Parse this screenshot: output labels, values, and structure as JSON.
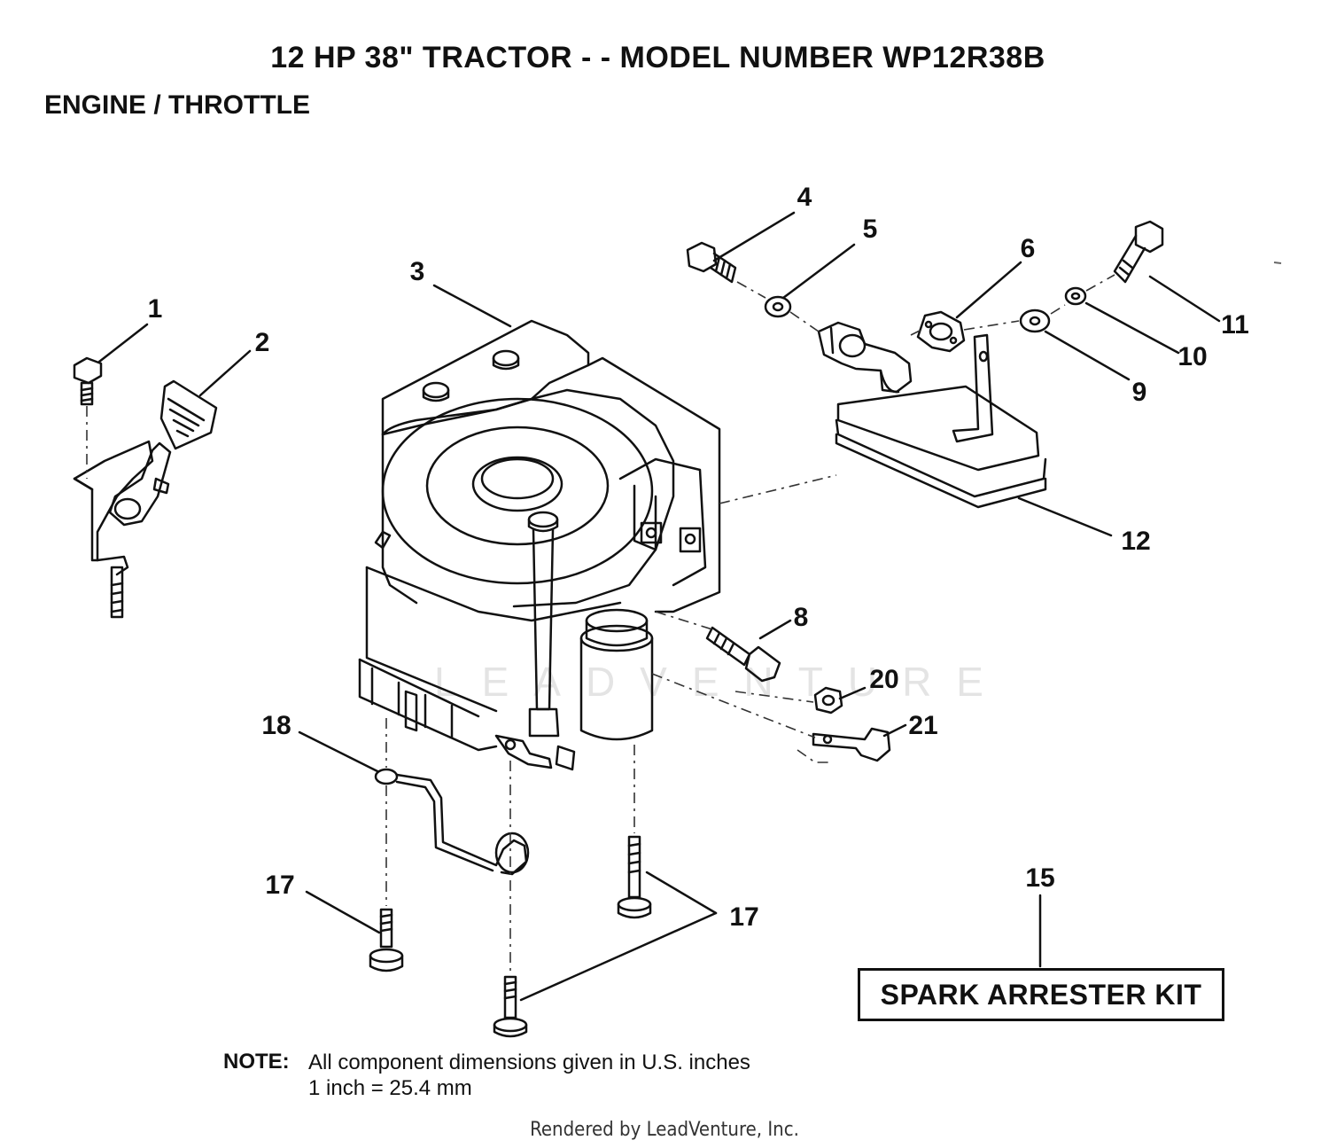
{
  "page": {
    "title": "12 HP 38\" TRACTOR - - MODEL NUMBER WP12R38B",
    "section": "ENGINE / THROTTLE"
  },
  "callouts": {
    "c1": "1",
    "c2": "2",
    "c3": "3",
    "c4": "4",
    "c5": "5",
    "c6": "6",
    "c8": "8",
    "c9": "9",
    "c10": "10",
    "c11": "11",
    "c12": "12",
    "c15": "15",
    "c17a": "17",
    "c17b": "17",
    "c18": "18",
    "c20": "20",
    "c21": "21"
  },
  "kit_label": "SPARK ARRESTER KIT",
  "note": {
    "label": "NOTE:",
    "line1": "All component dimensions given in U.S. inches",
    "line2": "1 inch = 25.4 mm"
  },
  "watermark": "LEADVENTURE",
  "footer": "Rendered by LeadVenture, Inc."
}
